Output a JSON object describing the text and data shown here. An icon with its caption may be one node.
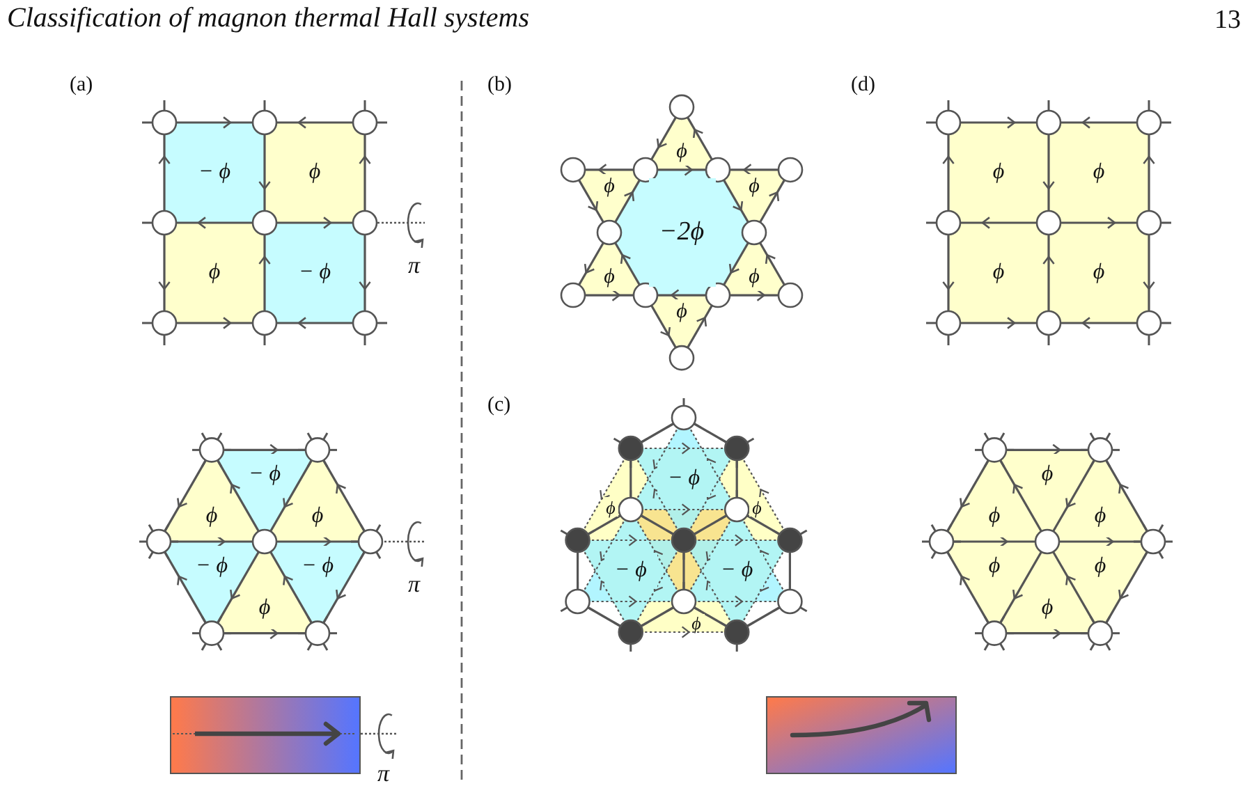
{
  "diagram": {
    "title": "Classification of magnon thermal Hall systems",
    "nodes": [
      {
        "text": [
          "− ϕ"
        ]
      },
      {
        "text": [
          "ϕ"
        ]
      },
      {
        "text": [
          "ϕ"
        ]
      },
      {
        "text": [
          "− ϕ"
        ]
      },
      {
        "text": [
          "ϕ"
        ]
      },
      {
        "text": [
          "ϕ"
        ]
      },
      {
        "text": [
          "ϕ"
        ]
      },
      {
        "text": [
          "−2ϕ"
        ]
      },
      {
        "text": [
          "ϕ"
        ]
      },
      {
        "text": [
          "ϕ"
        ]
      },
      {
        "text": [
          "ϕ"
        ]
      },
      {
        "text": [
          "ϕ"
        ]
      },
      {
        "text": [
          "ϕ"
        ]
      },
      {
        "text": [
          "ϕ"
        ]
      },
      {
        "text": [
          "ϕ"
        ]
      },
      {
        "text": [
          "− ϕ"
        ]
      },
      {
        "text": [
          "ϕ"
        ]
      },
      {
        "text": [
          "ϕ"
        ]
      },
      {
        "text": [
          "− ϕ"
        ]
      },
      {
        "text": [
          "− ϕ"
        ]
      },
      {
        "text": [
          "ϕ"
        ]
      },
      {
        "text": [
          "− ϕ"
        ]
      },
      {
        "text": [
          "ϕ"
        ]
      },
      {
        "text": [
          "ϕ"
        ]
      },
      {
        "text": [
          "− ϕ"
        ]
      },
      {
        "text": [
          "− ϕ"
        ]
      },
      {
        "text": [
          "ϕ"
        ]
      },
      {
        "text": [
          "ϕ"
        ]
      },
      {
        "text": [
          "ϕ"
        ]
      },
      {
        "text": [
          "ϕ"
        ]
      },
      {
        "text": [
          "ϕ"
        ]
      },
      {
        "text": [
          "ϕ"
        ]
      },
      {
        "text": [
          "ϕ"
        ]
      }
    ],
    "labels": [
      "13",
      "(a)",
      "(b)",
      "(d)",
      "π",
      "(c)",
      "π",
      "π"
    ]
  }
}
